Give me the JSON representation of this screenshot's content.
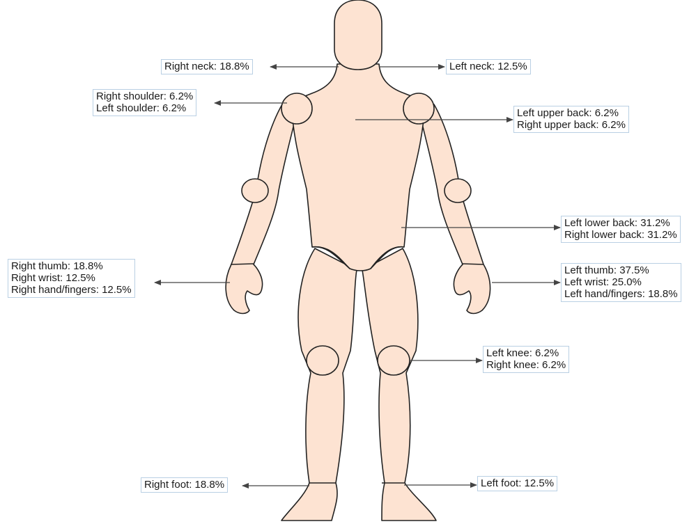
{
  "colors": {
    "body_fill": "#fde3d2",
    "body_outline": "#222222",
    "arrow": "#444444",
    "label_border": "#b9cfe3"
  },
  "labels": {
    "right_neck": [
      "Right neck: 18.8%"
    ],
    "left_neck": [
      "Left neck: 12.5%"
    ],
    "shoulders": [
      "Right shoulder: 6.2%",
      "Left shoulder: 6.2%"
    ],
    "upper_back": [
      "Left upper back: 6.2%",
      "Right upper back: 6.2%"
    ],
    "lower_back": [
      "Left lower back: 31.2%",
      "Right lower back: 31.2%"
    ],
    "right_hand": [
      "Right thumb: 18.8%",
      "Right wrist: 12.5%",
      "Right hand/fingers: 12.5%"
    ],
    "left_hand": [
      "Left thumb: 37.5%",
      "Left wrist: 25.0%",
      "Left hand/fingers: 18.8%"
    ],
    "knees": [
      "Left knee: 6.2%",
      "Right knee: 6.2%"
    ],
    "right_foot": [
      "Right foot: 18.8%"
    ],
    "left_foot": [
      "Left foot: 12.5%"
    ]
  }
}
